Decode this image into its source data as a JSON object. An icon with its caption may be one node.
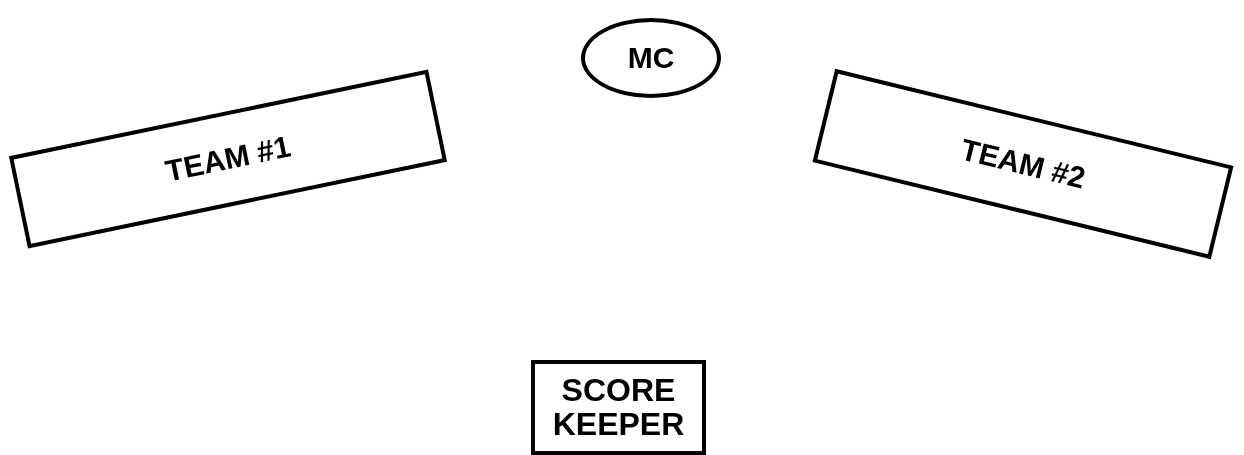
{
  "diagram": {
    "nodes": [
      {
        "text": [
          "MC"
        ]
      },
      {
        "text": [
          "TEAM #1"
        ]
      },
      {
        "text": [
          "TEAM #2"
        ]
      },
      {
        "text": [
          "SCORE KEEPER"
        ]
      }
    ]
  }
}
